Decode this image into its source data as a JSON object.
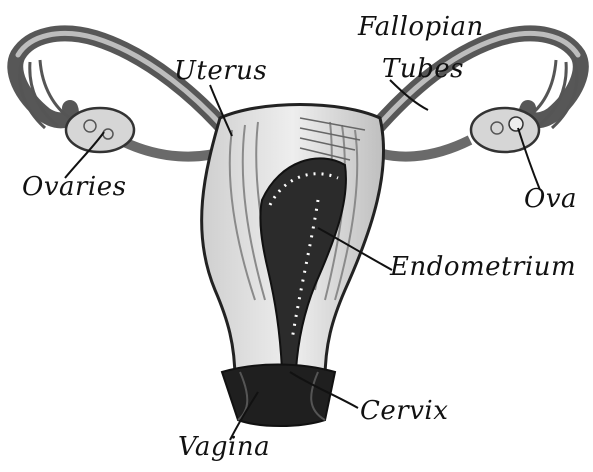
{
  "labels": {
    "uterus": "Uterus",
    "fallopian_line1": "Fallopian",
    "fallopian_line2": "Tubes",
    "ovaries": "Ovaries",
    "ova": "Ova",
    "endometrium": "Endometrium",
    "cervix": "Cervix",
    "vagina": "Vagina"
  },
  "colors": {
    "ink": "#111111",
    "wash_dark": "#2b2b2b",
    "wash_mid": "#8a8a8a",
    "wash_light": "#d9d9d9",
    "background": "#ffffff"
  }
}
